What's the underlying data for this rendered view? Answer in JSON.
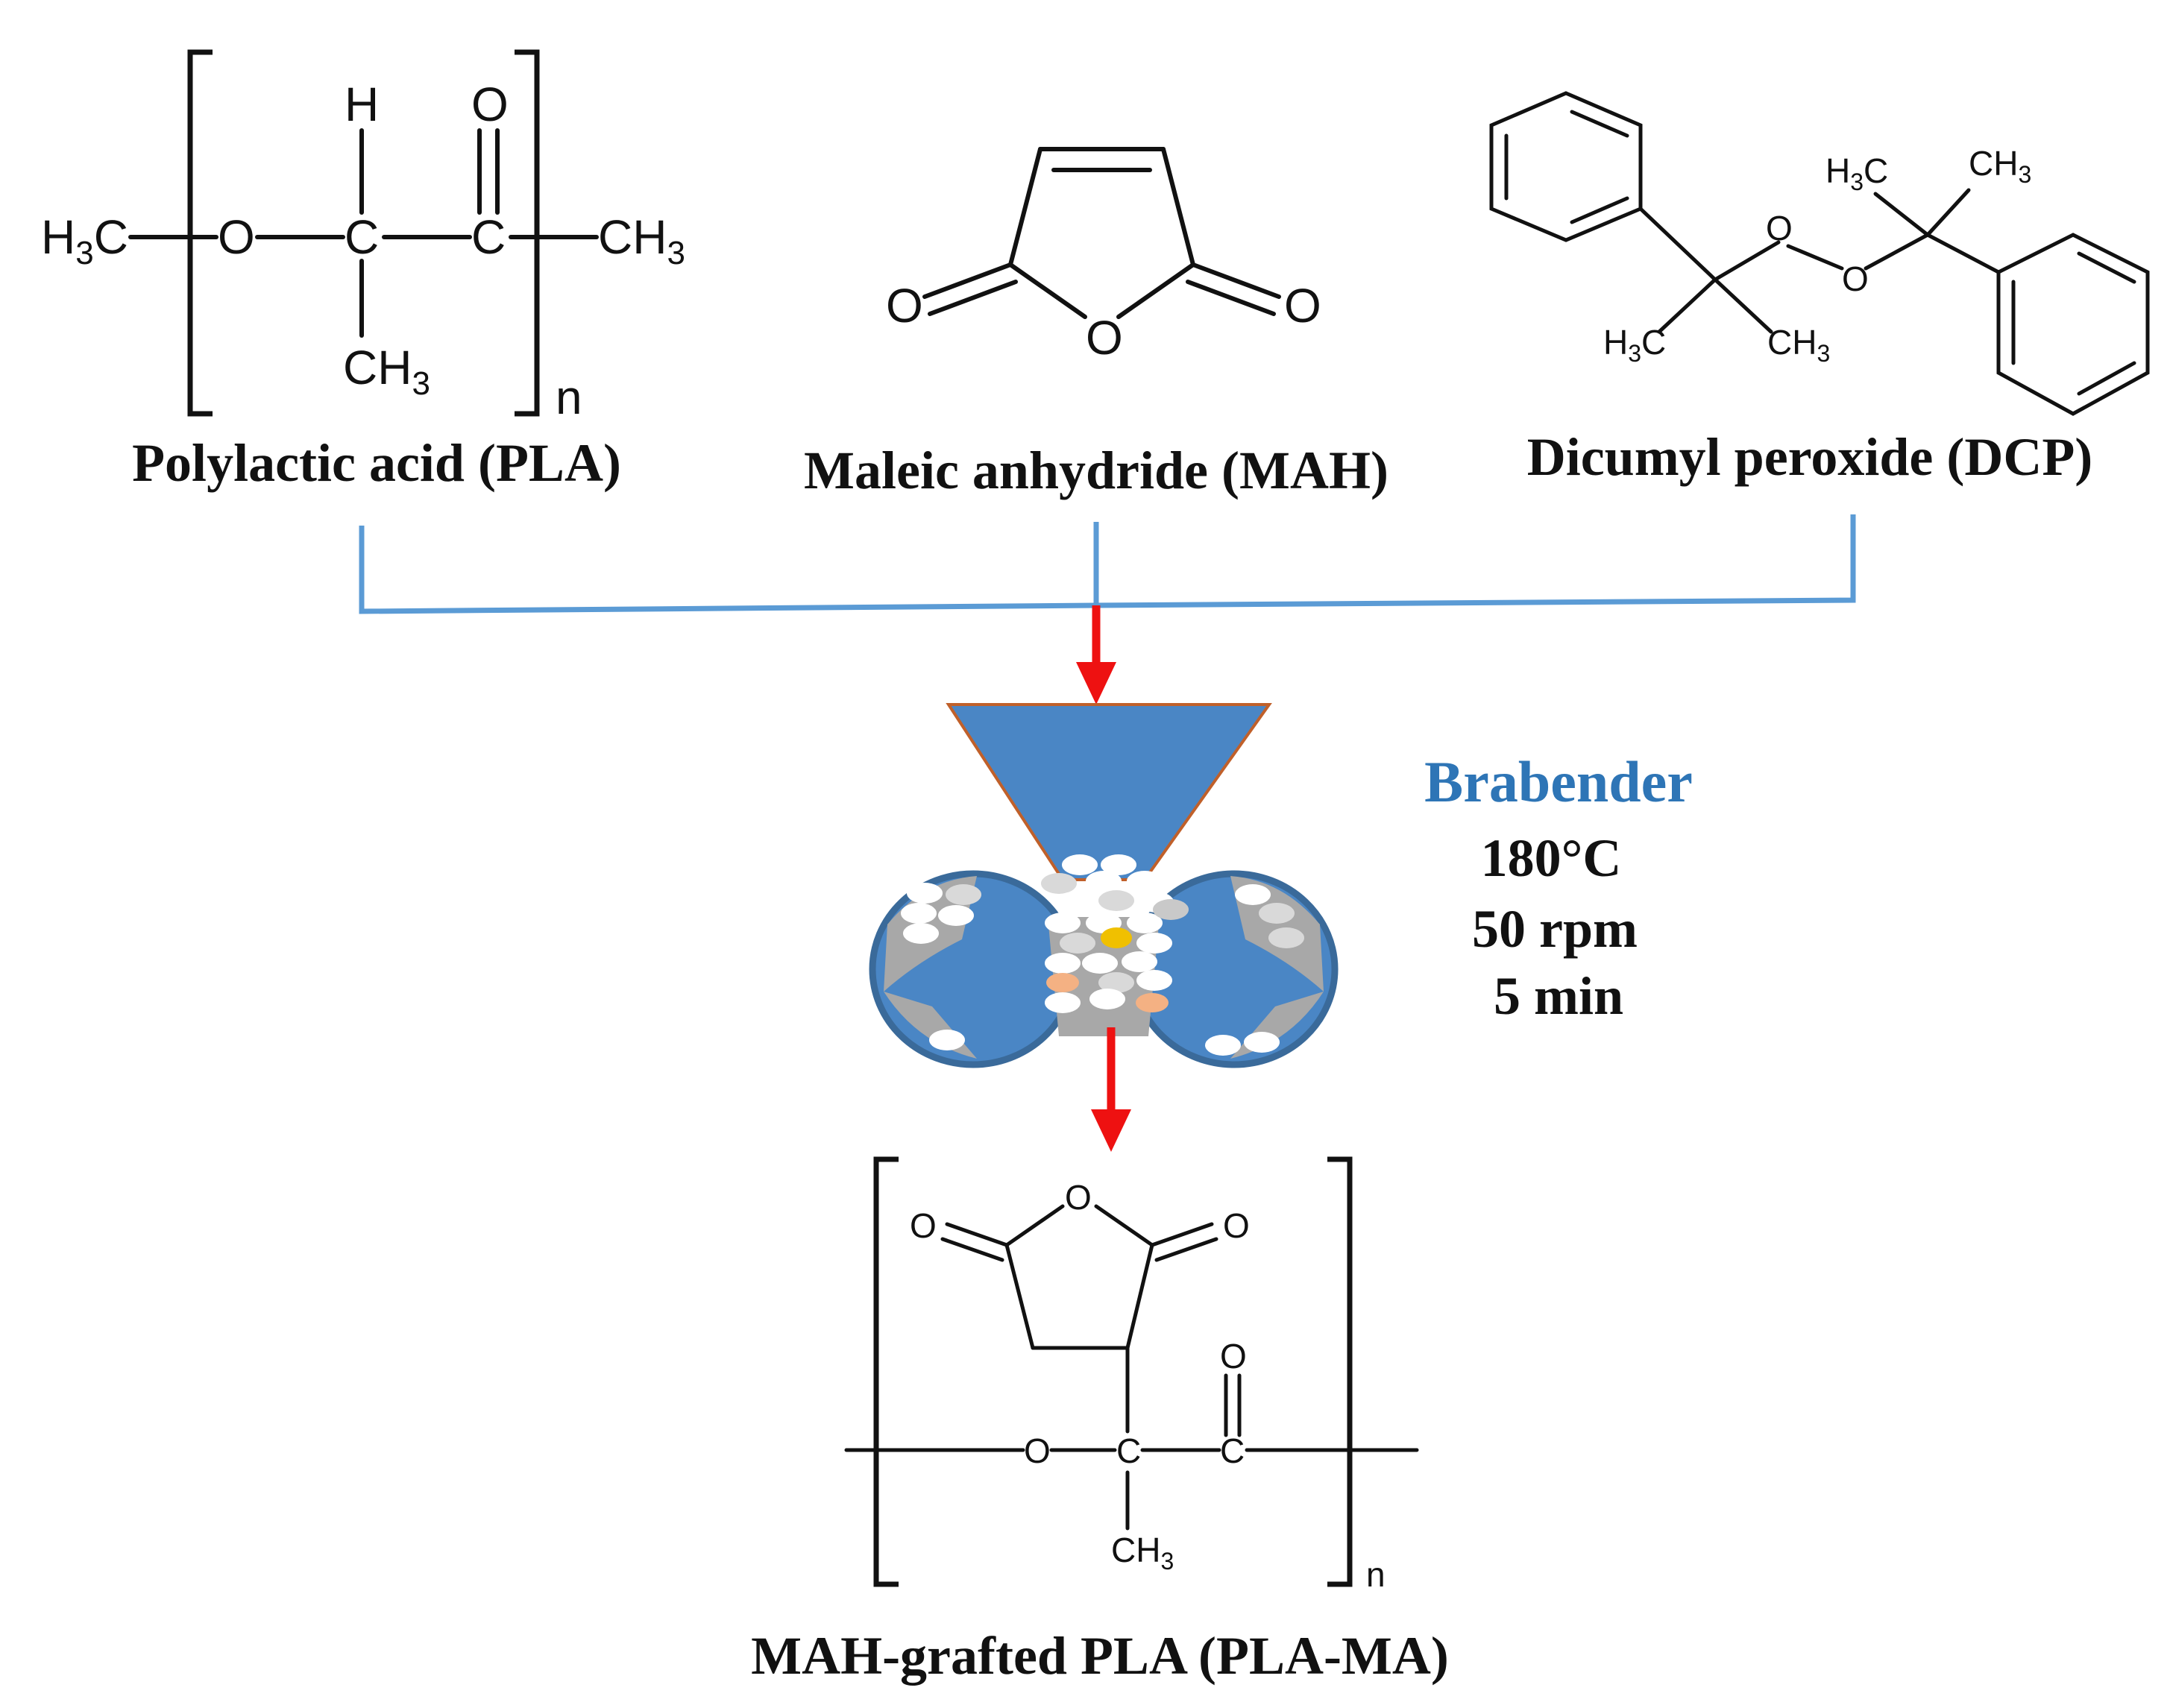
{
  "colors": {
    "connector": "#5b9bd5",
    "arrow": "#ee1111",
    "hopper": "#4a86c5",
    "hopper_edge": "#c0602a",
    "brabender_label": "#2e75b6",
    "mixer_fill": "#4a86c5",
    "mixer_rim": "#3a6a9a",
    "pellet_gray": "#a8a8a8",
    "pellet_white": "#ffffff",
    "pellet_yellow": "#f0c000",
    "pellet_peach": "#f4b183"
  },
  "reactants": [
    {
      "caption": "Polylactic acid (PLA)"
    },
    {
      "caption": "Maleic anhydride (MAH)"
    },
    {
      "caption": "Dicumyl peroxide (DCP)"
    }
  ],
  "process": {
    "equipment": "Brabender",
    "temperature": "180°C",
    "speed": "50 rpm",
    "time": "5 min"
  },
  "product": {
    "caption": "MAH-grafted PLA (PLA-MA)"
  },
  "atoms": {
    "H": "H",
    "O": "O",
    "C": "C",
    "n": "n",
    "CH": "CH",
    "sub3": "3"
  }
}
